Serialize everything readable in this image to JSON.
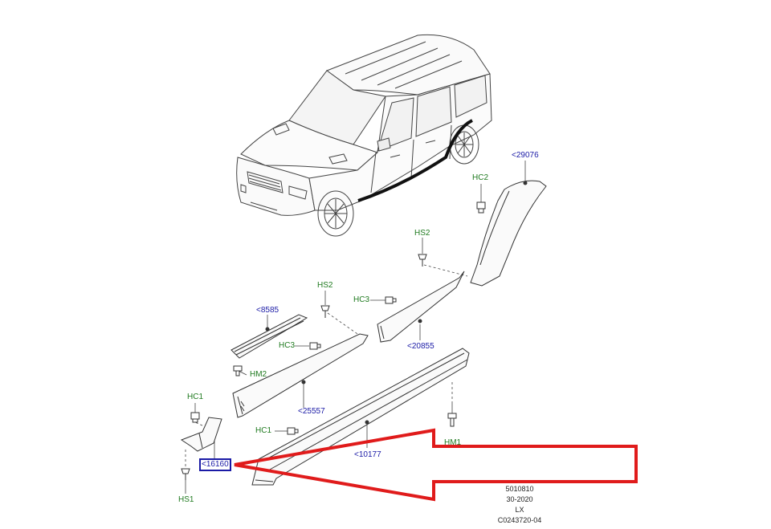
{
  "diagram": {
    "part_refs": {
      "r29076": "<29076",
      "r8585": "<8585",
      "r20855": "<20855",
      "r25557": "<25557",
      "r10177": "<10177",
      "r16160": "<16160"
    },
    "fastener_codes": {
      "hc2": "HC2",
      "hs2_upper": "HS2",
      "hs2_mid": "HS2",
      "hc3_upper": "HC3",
      "hc3_lower": "HC3",
      "hm2": "HM2",
      "hc1_left": "HC1",
      "hc1_mid": "HC1",
      "hm1": "HM1",
      "hs1": "HS1"
    },
    "footer": {
      "line1": "5010810",
      "line2": "30-2020",
      "line3": "LX",
      "line4": "C0243720-04"
    },
    "colors": {
      "ref_text": "#1a1aa6",
      "code_text": "#1f7a1f",
      "highlight_arrow": "#e01b1b",
      "line_art": "#333333"
    }
  }
}
